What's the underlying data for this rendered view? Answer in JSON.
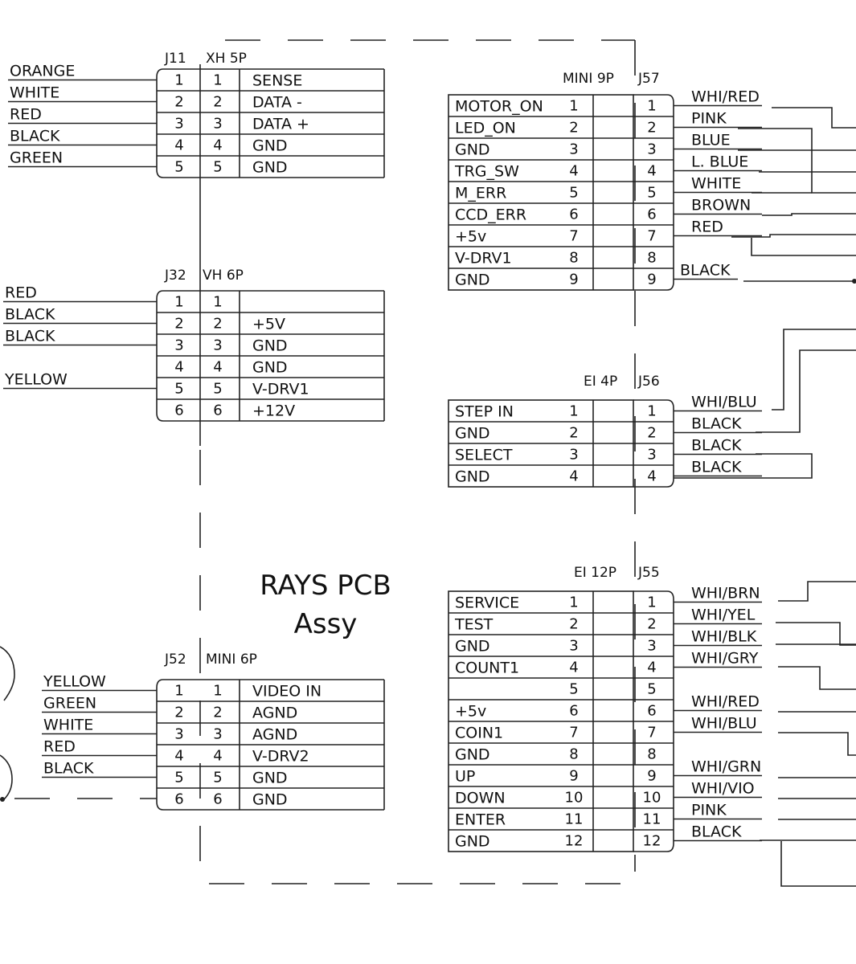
{
  "title": {
    "line1": "RAYS PCB",
    "line2": "Assy"
  },
  "connectors": {
    "J11": {
      "id": "J11",
      "type": "XH 5P",
      "rows": [
        {
          "n": "1",
          "sig": "SENSE",
          "wire": "ORANGE"
        },
        {
          "n": "2",
          "sig": "DATA -",
          "wire": "WHITE"
        },
        {
          "n": "3",
          "sig": "DATA +",
          "wire": "RED"
        },
        {
          "n": "4",
          "sig": "GND",
          "wire": "BLACK"
        },
        {
          "n": "5",
          "sig": "GND",
          "wire": "GREEN"
        }
      ]
    },
    "J32": {
      "id": "J32",
      "type": "VH 6P",
      "rows": [
        {
          "n": "1",
          "sig": "",
          "wire": "RED"
        },
        {
          "n": "2",
          "sig": "+5V",
          "wire": "BLACK"
        },
        {
          "n": "3",
          "sig": "GND",
          "wire": "BLACK"
        },
        {
          "n": "4",
          "sig": "GND",
          "wire": ""
        },
        {
          "n": "5",
          "sig": "V-DRV1",
          "wire": "YELLOW"
        },
        {
          "n": "6",
          "sig": "+12V",
          "wire": ""
        }
      ]
    },
    "J52": {
      "id": "J52",
      "type": "MINI 6P",
      "rows": [
        {
          "n": "1",
          "sig": "VIDEO IN",
          "wire": "YELLOW"
        },
        {
          "n": "2",
          "sig": "AGND",
          "wire": "GREEN"
        },
        {
          "n": "3",
          "sig": "AGND",
          "wire": "WHITE"
        },
        {
          "n": "4",
          "sig": "V-DRV2",
          "wire": "RED"
        },
        {
          "n": "5",
          "sig": "GND",
          "wire": "BLACK"
        },
        {
          "n": "6",
          "sig": "GND",
          "wire": ""
        }
      ]
    },
    "J57": {
      "id": "J57",
      "type": "MINI 9P",
      "rows": [
        {
          "n": "1",
          "sig": "MOTOR_ON",
          "wire": "WHI/RED"
        },
        {
          "n": "2",
          "sig": "LED_ON",
          "wire": "PINK"
        },
        {
          "n": "3",
          "sig": "GND",
          "wire": "BLUE"
        },
        {
          "n": "4",
          "sig": "TRG_SW",
          "wire": "L. BLUE"
        },
        {
          "n": "5",
          "sig": "M_ERR",
          "wire": "WHITE"
        },
        {
          "n": "6",
          "sig": "CCD_ERR",
          "wire": "BROWN"
        },
        {
          "n": "7",
          "sig": "+5v",
          "wire": "RED"
        },
        {
          "n": "8",
          "sig": "V-DRV1",
          "wire": ""
        },
        {
          "n": "9",
          "sig": "GND",
          "wire": "BLACK"
        }
      ]
    },
    "J56": {
      "id": "J56",
      "type": "EI 4P",
      "rows": [
        {
          "n": "1",
          "sig": "STEP IN",
          "wire": "WHI/BLU"
        },
        {
          "n": "2",
          "sig": "GND",
          "wire": "BLACK"
        },
        {
          "n": "3",
          "sig": "SELECT",
          "wire": "BLACK"
        },
        {
          "n": "4",
          "sig": "GND",
          "wire": "BLACK"
        }
      ]
    },
    "J55": {
      "id": "J55",
      "type": "EI 12P",
      "rows": [
        {
          "n": "1",
          "sig": "SERVICE",
          "wire": "WHI/BRN"
        },
        {
          "n": "2",
          "sig": "TEST",
          "wire": "WHI/YEL"
        },
        {
          "n": "3",
          "sig": "GND",
          "wire": "WHI/BLK"
        },
        {
          "n": "4",
          "sig": "COUNT1",
          "wire": "WHI/GRY"
        },
        {
          "n": "5",
          "sig": "",
          "wire": ""
        },
        {
          "n": "6",
          "sig": "+5v",
          "wire": "WHI/RED"
        },
        {
          "n": "7",
          "sig": "COIN1",
          "wire": "WHI/BLU"
        },
        {
          "n": "8",
          "sig": "GND",
          "wire": ""
        },
        {
          "n": "9",
          "sig": "UP",
          "wire": "WHI/GRN"
        },
        {
          "n": "10",
          "sig": "DOWN",
          "wire": "WHI/VIO"
        },
        {
          "n": "11",
          "sig": "ENTER",
          "wire": "PINK"
        },
        {
          "n": "12",
          "sig": "GND",
          "wire": "BLACK"
        }
      ]
    }
  }
}
